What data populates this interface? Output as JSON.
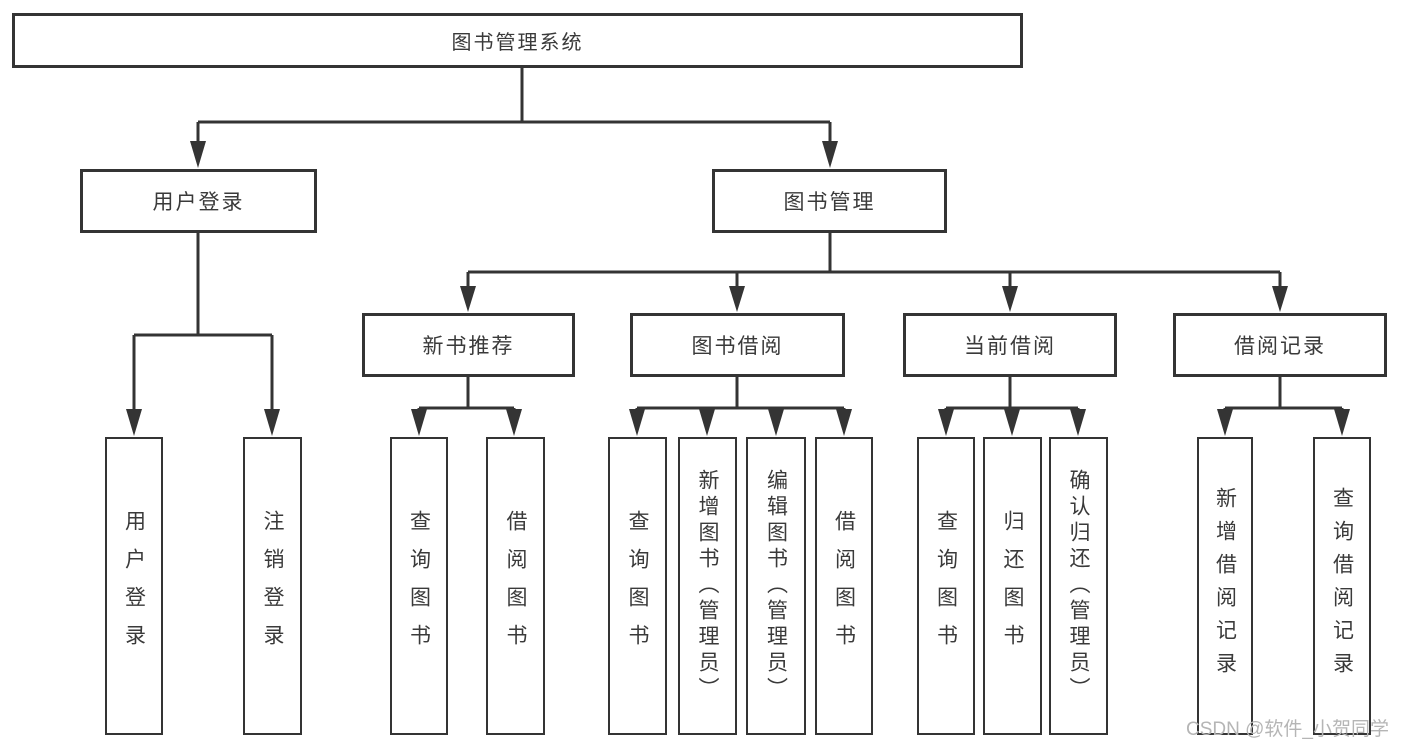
{
  "page": {
    "background": "#ffffff"
  },
  "colors": {
    "line": "#343434",
    "box_border": "#343434",
    "text": "#3a3a3a",
    "watermark": "#b5b5b5"
  },
  "tree": {
    "root": {
      "label": "图书管理系统"
    },
    "children": [
      {
        "label": "用户登录",
        "children": [
          {
            "label": "用户登录"
          },
          {
            "label": "注销登录"
          }
        ]
      },
      {
        "label": "图书管理",
        "children": [
          {
            "label": "新书推荐",
            "children": [
              {
                "label": "查询图书"
              },
              {
                "label": "借阅图书"
              }
            ]
          },
          {
            "label": "图书借阅",
            "children": [
              {
                "label": "查询图书"
              },
              {
                "label": "新增图书（管理员）"
              },
              {
                "label": "编辑图书（管理员）"
              },
              {
                "label": "借阅图书"
              }
            ]
          },
          {
            "label": "当前借阅",
            "children": [
              {
                "label": "查询图书"
              },
              {
                "label": "归还图书"
              },
              {
                "label": "确认归还（管理员）"
              }
            ]
          },
          {
            "label": "借阅记录",
            "children": [
              {
                "label": "新增借阅记录"
              },
              {
                "label": "查询借阅记录"
              }
            ]
          }
        ]
      }
    ]
  },
  "watermark": {
    "text": "CSDN @软件_小贺同学"
  }
}
